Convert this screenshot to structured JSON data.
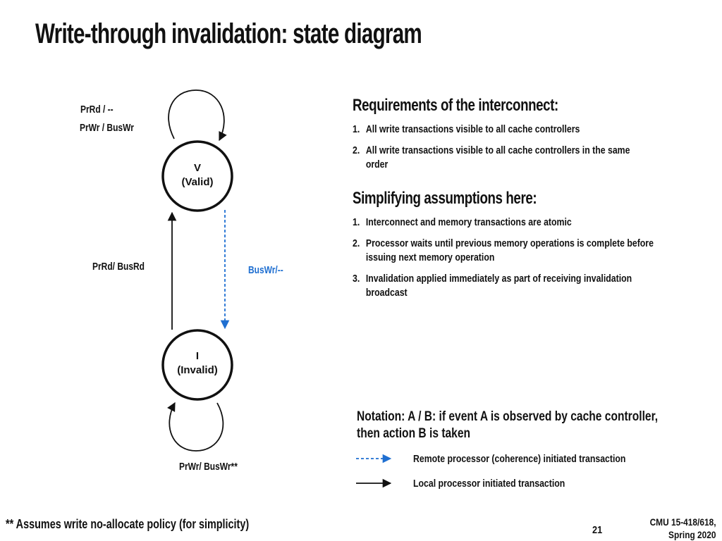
{
  "title": "Write-through invalidation: state diagram",
  "diagram": {
    "states": [
      {
        "id": "V",
        "letter": "V",
        "name": "(Valid)"
      },
      {
        "id": "I",
        "letter": "I",
        "name": "(Invalid)"
      }
    ],
    "transitions": {
      "v_self_line1": "PrRd / --",
      "v_self_line2": "PrWr / BusWr",
      "i_to_v": "PrRd/ BusRd",
      "v_to_i": "BusWr/--",
      "i_self": "PrWr/ BusWr**"
    },
    "colors": {
      "local": "#111111",
      "remote": "#1f6fd1"
    }
  },
  "requirements": {
    "heading": "Requirements of the interconnect:",
    "items": [
      {
        "num": "1.",
        "text": "All write transactions visible to all cache controllers"
      },
      {
        "num": "2.",
        "text": "All write transactions visible to all cache controllers in the same order"
      }
    ]
  },
  "assumptions": {
    "heading": "Simplifying assumptions here:",
    "items": [
      {
        "num": "1.",
        "text": "Interconnect and memory transactions are atomic"
      },
      {
        "num": "2.",
        "text": "Processor waits until previous memory operations is complete before issuing next memory operation"
      },
      {
        "num": "3.",
        "text": "Invalidation applied immediately as part of receiving invalidation broadcast"
      }
    ]
  },
  "notation": {
    "text": "Notation: A / B: if event A is observed by cache controller, then action B is taken",
    "legend_remote": "Remote processor (coherence) initiated transaction",
    "legend_local": "Local processor initiated transaction"
  },
  "footer": {
    "footnote": "** Assumes write no-allocate policy (for simplicity)",
    "page": "21",
    "course_line1": "CMU 15-418/618,",
    "course_line2": "Spring 2020"
  }
}
